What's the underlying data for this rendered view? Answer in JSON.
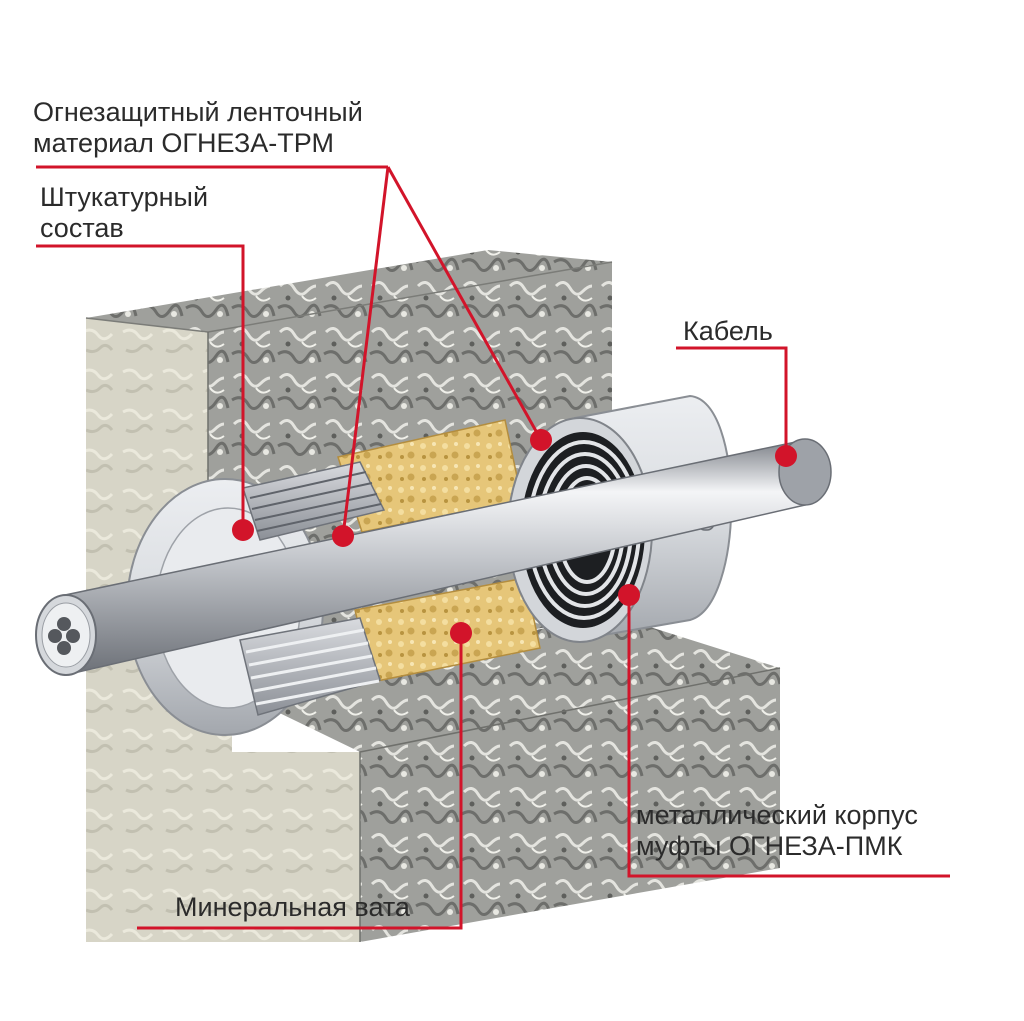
{
  "labels": {
    "tape": [
      "Огнезащитный ленточный",
      "материал ОГНЕЗА-ТРМ"
    ],
    "plaster": [
      "Штукатурный",
      "состав"
    ],
    "cable": "Кабель",
    "housing": [
      "металлический корпус",
      "муфты ОГНЕЗА-ПМК"
    ],
    "mineral_wool": "Минеральная вата"
  },
  "colors": {
    "leader_line": "#d2142a",
    "wall_front": "#d6d4c5",
    "wall_side": "#9d9e9a",
    "wool": "#e6c679",
    "metal": "#c6c8cc",
    "label_text": "#2b2b2b"
  }
}
